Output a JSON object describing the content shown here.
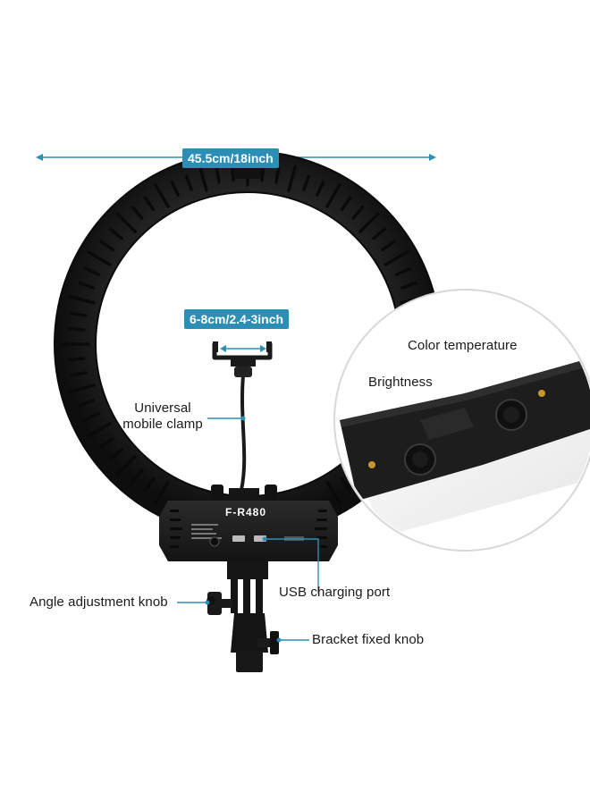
{
  "dimensions": {
    "ring_width": "45.5cm/18inch",
    "clamp_width": "6-8cm/2.4-3inch"
  },
  "callouts": {
    "mobile_clamp_line1": "Universal",
    "mobile_clamp_line2": "mobile clamp",
    "color_temperature": "Color temperature",
    "brightness": "Brightness",
    "usb_port": "USB charging port",
    "angle_knob": "Angle adjustment knob",
    "bracket_knob": "Bracket fixed knob"
  },
  "device": {
    "model": "F-R480"
  },
  "colors": {
    "accent": "#2b8fb5",
    "body": "#1c1c1c",
    "ring": "#151515",
    "text": "#1a1a1a",
    "brass": "#c9962e"
  }
}
